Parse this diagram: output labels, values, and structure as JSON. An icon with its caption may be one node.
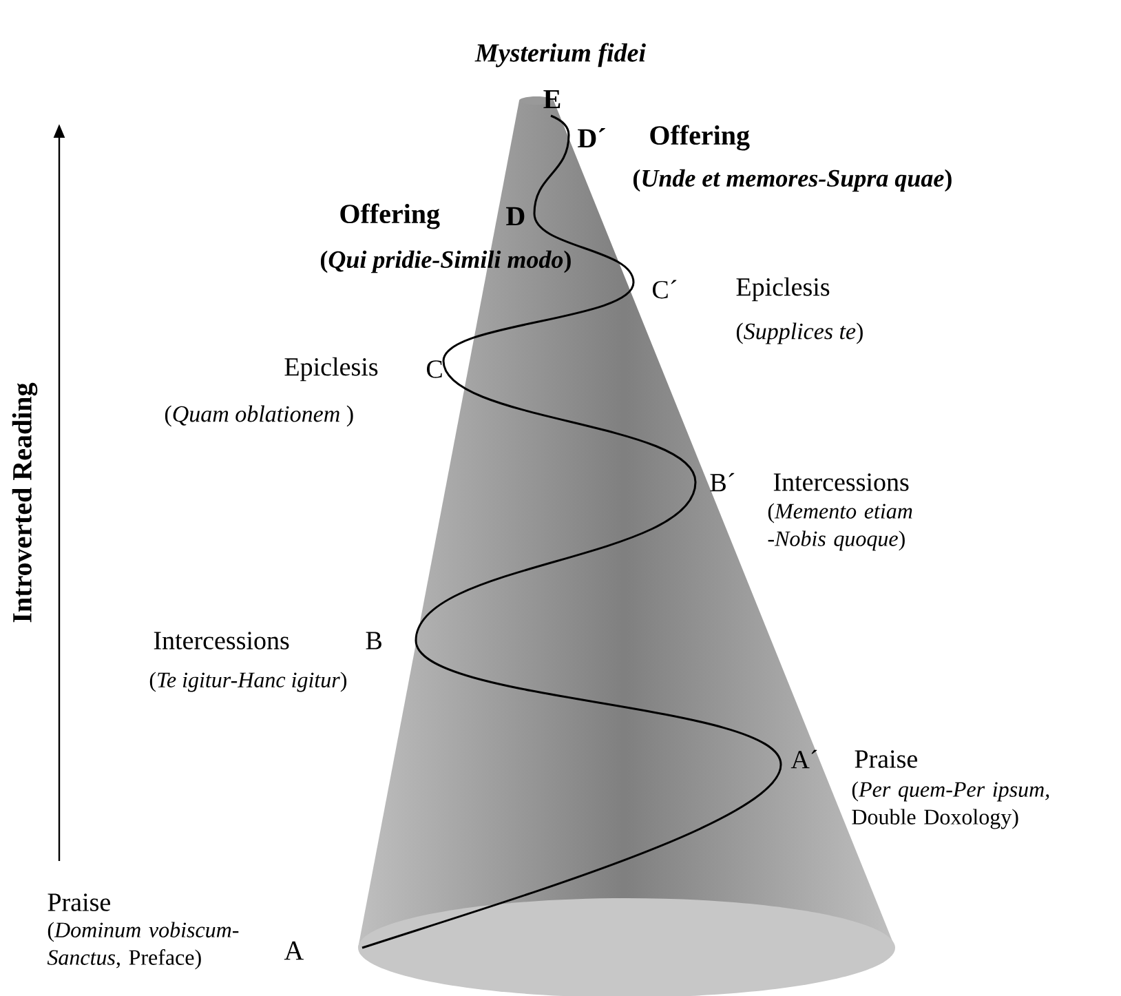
{
  "diagram": {
    "title": "Mysterium fidei",
    "labels": [
      "E",
      "D´",
      "Offering",
      "Offering",
      "D",
      "(*Unde et memores-Supra quae*)",
      "(*Qui pridie-Simili modo*)",
      "C´",
      "Epiclesis",
      "(*Supplices te*)",
      "Epiclesis",
      "C",
      "(*Quam oblationem* )",
      "B´",
      "Intercessions",
      "(*Memento etiam -Nobis quoque*)",
      "Intercessions",
      "B",
      "(*Te igitur-Hanc igitur*)",
      "A´",
      "Praise",
      "(*Per quem-Per ipsum,* Double Doxology)",
      "Praise",
      "(*Dominum vobiscum- Sanctus*, Preface)",
      "A",
      "Introverted Reading"
    ]
  }
}
